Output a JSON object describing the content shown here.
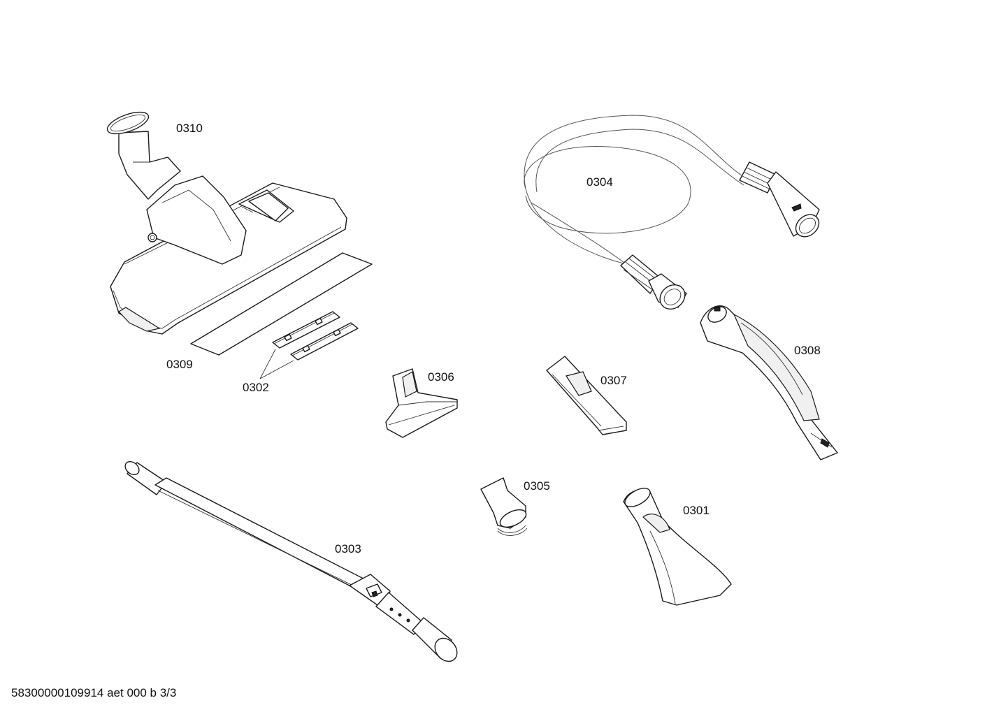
{
  "parts": [
    {
      "id": "p0310",
      "number": "0310"
    },
    {
      "id": "p0309",
      "number": "0309"
    },
    {
      "id": "p0302",
      "number": "0302"
    },
    {
      "id": "p0304",
      "number": "0304"
    },
    {
      "id": "p0308",
      "number": "0308"
    },
    {
      "id": "p0306",
      "number": "0306"
    },
    {
      "id": "p0307",
      "number": "0307"
    },
    {
      "id": "p0305",
      "number": "0305"
    },
    {
      "id": "p0301",
      "number": "0301"
    },
    {
      "id": "p0303",
      "number": "0303"
    }
  ],
  "footer": {
    "text": "58300000109914 aet 000 b 3/3"
  }
}
